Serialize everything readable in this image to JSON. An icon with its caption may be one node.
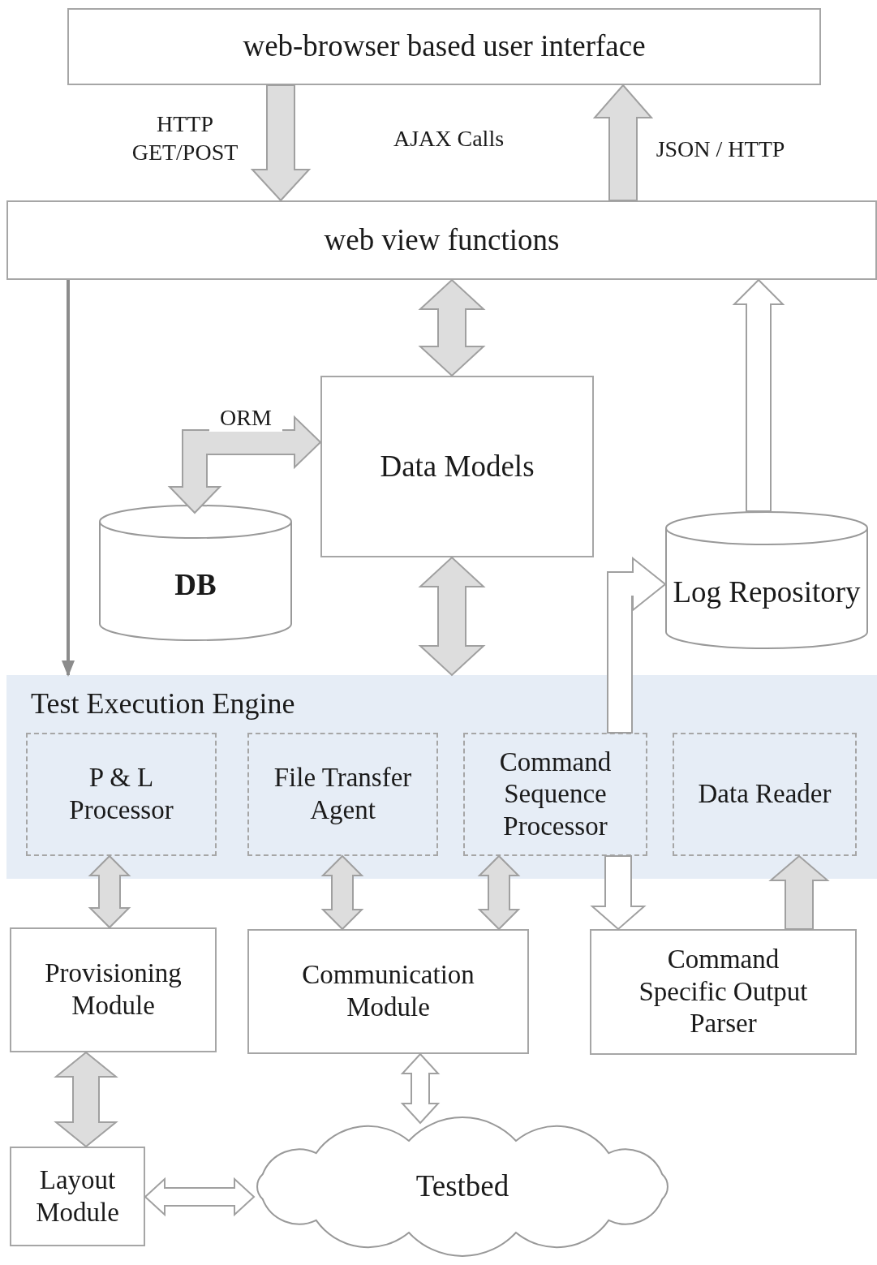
{
  "diagram": {
    "nodes": [
      {
        "text": [
          "web-browser based user interface"
        ]
      },
      {
        "text": [
          "web view functions"
        ]
      },
      {
        "text": [
          "Data Models"
        ]
      },
      {
        "text": [
          "DB"
        ]
      },
      {
        "text": [
          "Log Repository"
        ]
      },
      {
        "text": [
          "Test Execution Engine"
        ]
      },
      {
        "text": [
          "P & L Processor"
        ],
        "in": 5
      },
      {
        "text": [
          "File Transfer Agent"
        ],
        "in": 5
      },
      {
        "text": [
          "Command Sequence Processor"
        ],
        "in": 5
      },
      {
        "text": [
          "Data Reader"
        ],
        "in": 5
      },
      {
        "text": [
          "Provisioning Module"
        ]
      },
      {
        "text": [
          "Communication Module"
        ]
      },
      {
        "text": [
          "Command Specific Output Parser"
        ]
      },
      {
        "text": [
          "Layout Module"
        ]
      },
      {
        "text": [
          "Testbed"
        ]
      }
    ],
    "edges": [
      {
        "from": 0,
        "to": 1,
        "arrow": "to",
        "style": "thick",
        "label": "HTTP GET/POST"
      },
      {
        "from": 1,
        "to": 0,
        "arrow": "to",
        "style": "thick",
        "label": "JSON / HTTP"
      },
      {
        "from": 1,
        "to": 2,
        "arrow": "both",
        "style": "thick"
      },
      {
        "from": 2,
        "to": 3,
        "arrow": "both",
        "style": "thick",
        "label": "ORM"
      },
      {
        "from": 2,
        "to": 5,
        "arrow": "both",
        "style": "thick"
      },
      {
        "from": 4,
        "to": 1,
        "arrow": "to",
        "style": "thick",
        "color": "#ffffff"
      },
      {
        "from": 8,
        "to": 4,
        "arrow": "to",
        "style": "thick",
        "color": "#ffffff"
      },
      {
        "from": 1,
        "to": 5,
        "arrow": "to",
        "color": "#8c8c8c"
      },
      {
        "from": 6,
        "to": 10,
        "arrow": "both",
        "style": "thick"
      },
      {
        "from": 7,
        "to": 11,
        "arrow": "both",
        "style": "thick"
      },
      {
        "from": 8,
        "to": 11,
        "arrow": "both",
        "style": "thick"
      },
      {
        "from": 8,
        "to": 12,
        "arrow": "to",
        "style": "thick",
        "color": "#ffffff"
      },
      {
        "from": 12,
        "to": 9,
        "arrow": "to",
        "style": "thick"
      },
      {
        "from": 10,
        "to": 13,
        "arrow": "both",
        "style": "thick"
      },
      {
        "from": 11,
        "to": 14,
        "arrow": "both",
        "style": "thick",
        "color": "#ffffff"
      },
      {
        "from": 13,
        "to": 14,
        "arrow": "both",
        "style": "thick",
        "color": "#ffffff"
      }
    ],
    "labels": [
      "AJAX Calls"
    ]
  }
}
